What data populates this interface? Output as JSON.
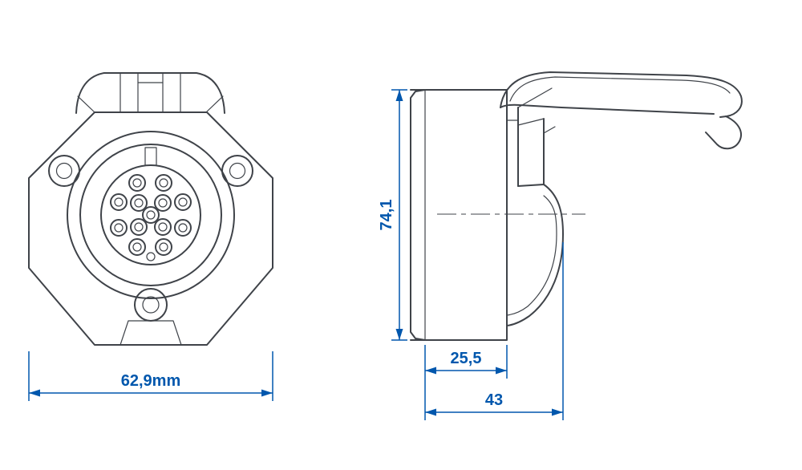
{
  "drawing": {
    "dim_front_width": "62,9mm",
    "dim_side_height": "74,1",
    "dim_side_depth_body": "25,5",
    "dim_side_depth_total": "43"
  },
  "colors": {
    "line": "#3f4349",
    "dimension": "#0057ad",
    "background": "#ffffff"
  }
}
